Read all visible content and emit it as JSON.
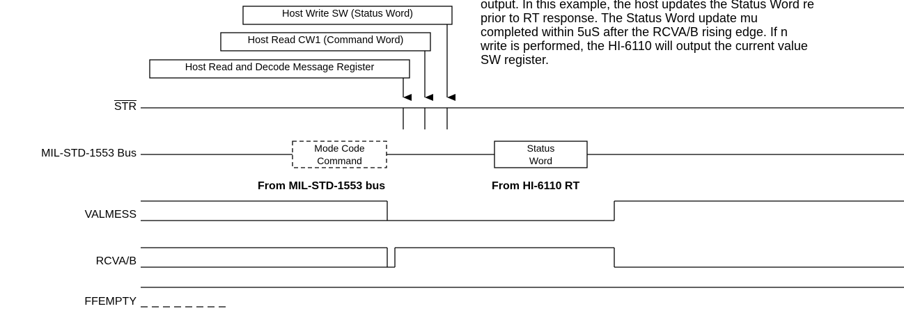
{
  "paragraph": [
    "output. In this example, the host updates the Status Word re",
    "prior to RT response.    The Status Word update mu",
    "completed within 5uS after the RCVA/B rising edge. If n",
    "write is performed, the HI-6110 will output the current value",
    "SW register."
  ],
  "host_actions": {
    "write_sw": "Host Write SW (Status Word)",
    "read_cw1": "Host Read CW1 (Command Word)",
    "read_decode": "Host Read and Decode Message Register"
  },
  "signals": {
    "str": "STR",
    "bus": "MIL-STD-1553 Bus",
    "valmess": "VALMESS",
    "rcvab": "RCVA/B",
    "ffempty": "FFEMPTY"
  },
  "bus_words": {
    "mode_code_line1": "Mode Code",
    "mode_code_line2": "Command",
    "status_line1": "Status",
    "status_line2": "Word"
  },
  "captions": {
    "from_bus": "From MIL-STD-1553 bus",
    "from_rt": "From HI-6110 RT"
  }
}
